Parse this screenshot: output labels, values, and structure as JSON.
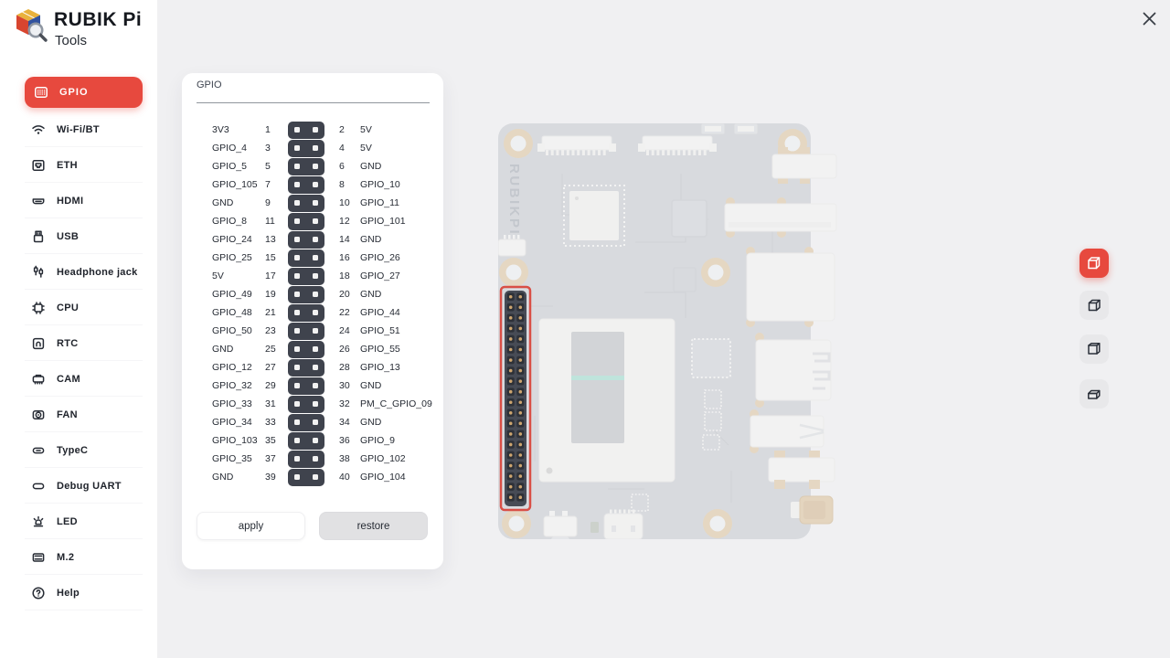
{
  "app": {
    "name": "RUBIK Pi",
    "subtitle": "Tools"
  },
  "colors": {
    "accent": "#e7493e",
    "pin_header_dark": "#3f434d",
    "board_highlight_red": "#d94f46",
    "card_background": "#ffffff",
    "page_background": "#f0f0f2"
  },
  "sidebar": {
    "items": [
      {
        "id": "gpio",
        "label": "GPIO",
        "icon": "gpio-grid-icon",
        "active": true
      },
      {
        "id": "wifi",
        "label": "Wi-Fi/BT",
        "icon": "wifi-icon",
        "active": false
      },
      {
        "id": "eth",
        "label": "ETH",
        "icon": "ethernet-icon",
        "active": false
      },
      {
        "id": "hdmi",
        "label": "HDMI",
        "icon": "hdmi-icon",
        "active": false
      },
      {
        "id": "usb",
        "label": "USB",
        "icon": "usb-icon",
        "active": false
      },
      {
        "id": "headphone",
        "label": "Headphone jack",
        "icon": "headphone-jack-icon",
        "active": false
      },
      {
        "id": "cpu",
        "label": "CPU",
        "icon": "cpu-icon",
        "active": false
      },
      {
        "id": "rtc",
        "label": "RTC",
        "icon": "rtc-icon",
        "active": false
      },
      {
        "id": "cam",
        "label": "CAM",
        "icon": "camera-icon",
        "active": false
      },
      {
        "id": "fan",
        "label": "FAN",
        "icon": "fan-icon",
        "active": false
      },
      {
        "id": "typec",
        "label": "TypeC",
        "icon": "typec-icon",
        "active": false
      },
      {
        "id": "uart",
        "label": "Debug UART",
        "icon": "debug-uart-icon",
        "active": false
      },
      {
        "id": "led",
        "label": "LED",
        "icon": "led-icon",
        "active": false
      },
      {
        "id": "m2",
        "label": "M.2",
        "icon": "m2-icon",
        "active": false
      },
      {
        "id": "help",
        "label": "Help",
        "icon": "help-icon",
        "active": false
      }
    ]
  },
  "panel": {
    "title": "GPIO",
    "apply_label": "apply",
    "restore_label": "restore",
    "pins": [
      {
        "left": "3V3",
        "ln": "1",
        "rn": "2",
        "right": "5V"
      },
      {
        "left": "GPIO_4",
        "ln": "3",
        "rn": "4",
        "right": "5V"
      },
      {
        "left": "GPIO_5",
        "ln": "5",
        "rn": "6",
        "right": "GND"
      },
      {
        "left": "GPIO_105",
        "ln": "7",
        "rn": "8",
        "right": "GPIO_10"
      },
      {
        "left": "GND",
        "ln": "9",
        "rn": "10",
        "right": "GPIO_11"
      },
      {
        "left": "GPIO_8",
        "ln": "11",
        "rn": "12",
        "right": "GPIO_101"
      },
      {
        "left": "GPIO_24",
        "ln": "13",
        "rn": "14",
        "right": "GND"
      },
      {
        "left": "GPIO_25",
        "ln": "15",
        "rn": "16",
        "right": "GPIO_26"
      },
      {
        "left": "5V",
        "ln": "17",
        "rn": "18",
        "right": "GPIO_27"
      },
      {
        "left": "GPIO_49",
        "ln": "19",
        "rn": "20",
        "right": "GND"
      },
      {
        "left": "GPIO_48",
        "ln": "21",
        "rn": "22",
        "right": "GPIO_44"
      },
      {
        "left": "GPIO_50",
        "ln": "23",
        "rn": "24",
        "right": "GPIO_51"
      },
      {
        "left": "GND",
        "ln": "25",
        "rn": "26",
        "right": "GPIO_55"
      },
      {
        "left": "GPIO_12",
        "ln": "27",
        "rn": "28",
        "right": "GPIO_13"
      },
      {
        "left": "GPIO_32",
        "ln": "29",
        "rn": "30",
        "right": "GND"
      },
      {
        "left": "GPIO_33",
        "ln": "31",
        "rn": "32",
        "right": "PM_C_GPIO_09"
      },
      {
        "left": "GPIO_34",
        "ln": "33",
        "rn": "34",
        "right": "GND"
      },
      {
        "left": "GPIO_103",
        "ln": "35",
        "rn": "36",
        "right": "GPIO_9"
      },
      {
        "left": "GPIO_35",
        "ln": "37",
        "rn": "38",
        "right": "GPIO_102"
      },
      {
        "left": "GND",
        "ln": "39",
        "rn": "40",
        "right": "GPIO_104"
      }
    ]
  },
  "board": {
    "silkscreen": "RUBIKPI"
  },
  "view_toolbar": {
    "buttons": [
      {
        "id": "view-cube-front",
        "active": true
      },
      {
        "id": "view-cube-top",
        "active": false
      },
      {
        "id": "view-cube-side",
        "active": false
      },
      {
        "id": "view-flat-box",
        "active": false
      }
    ]
  }
}
